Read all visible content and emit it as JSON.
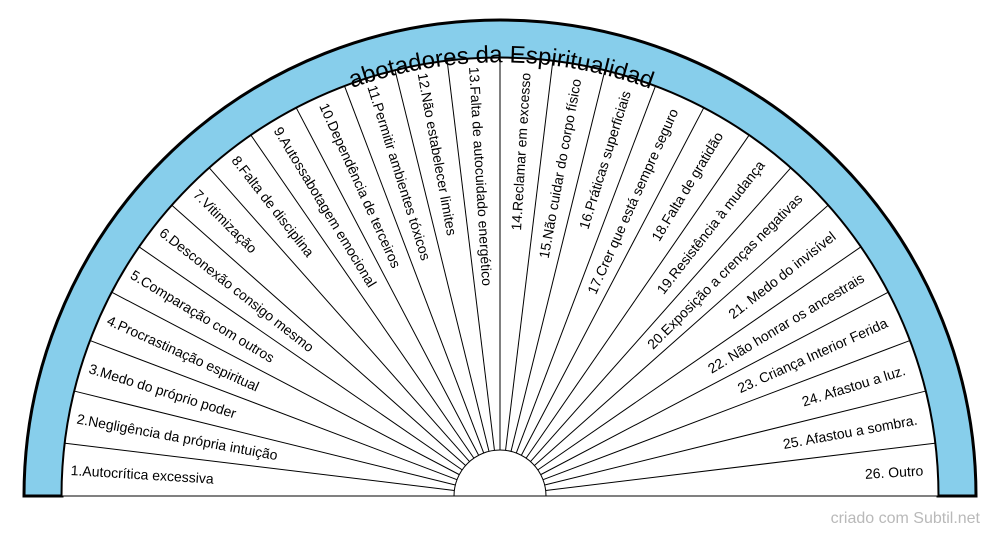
{
  "title": "Sabotadores da Espiritualidade",
  "colors": {
    "band": "#87ceeb",
    "stroke": "#000000",
    "background": "#ffffff",
    "footer_text": "#b9b9b9"
  },
  "sectors": [
    "1.Autocrítica excessiva",
    "2.Negligência da própria intuição",
    "3.Medo do próprio poder",
    "4.Procrastinação espiritual",
    "5.Comparação com outros",
    "6.Desconexão consigo mesmo",
    "7.Vitimização",
    "8.Falta de disciplina",
    "9.Autossabotagem emocional",
    "10.Dependência de terceiros",
    "11.Permitir ambientes tóxicos",
    "12.Não estabelecer limites",
    "13.Falta de autocuidado energético",
    "14.Reclamar em excesso",
    "15.Não cuidar do corpo físico",
    "16.Práticas superficiais",
    "17.Crer que está sempre seguro",
    "18.Falta de gratidão",
    "19.Resistência à mudança",
    "20.Exposição a crenças negativas",
    "21. Medo do invisível",
    "22. Não honrar os ancestrais",
    "23. Criança Interior Ferida",
    "24. Afastou a luz.",
    "25. Afastou a sombra.",
    "26. Outro"
  ],
  "footer": "criado com Subtil.net"
}
